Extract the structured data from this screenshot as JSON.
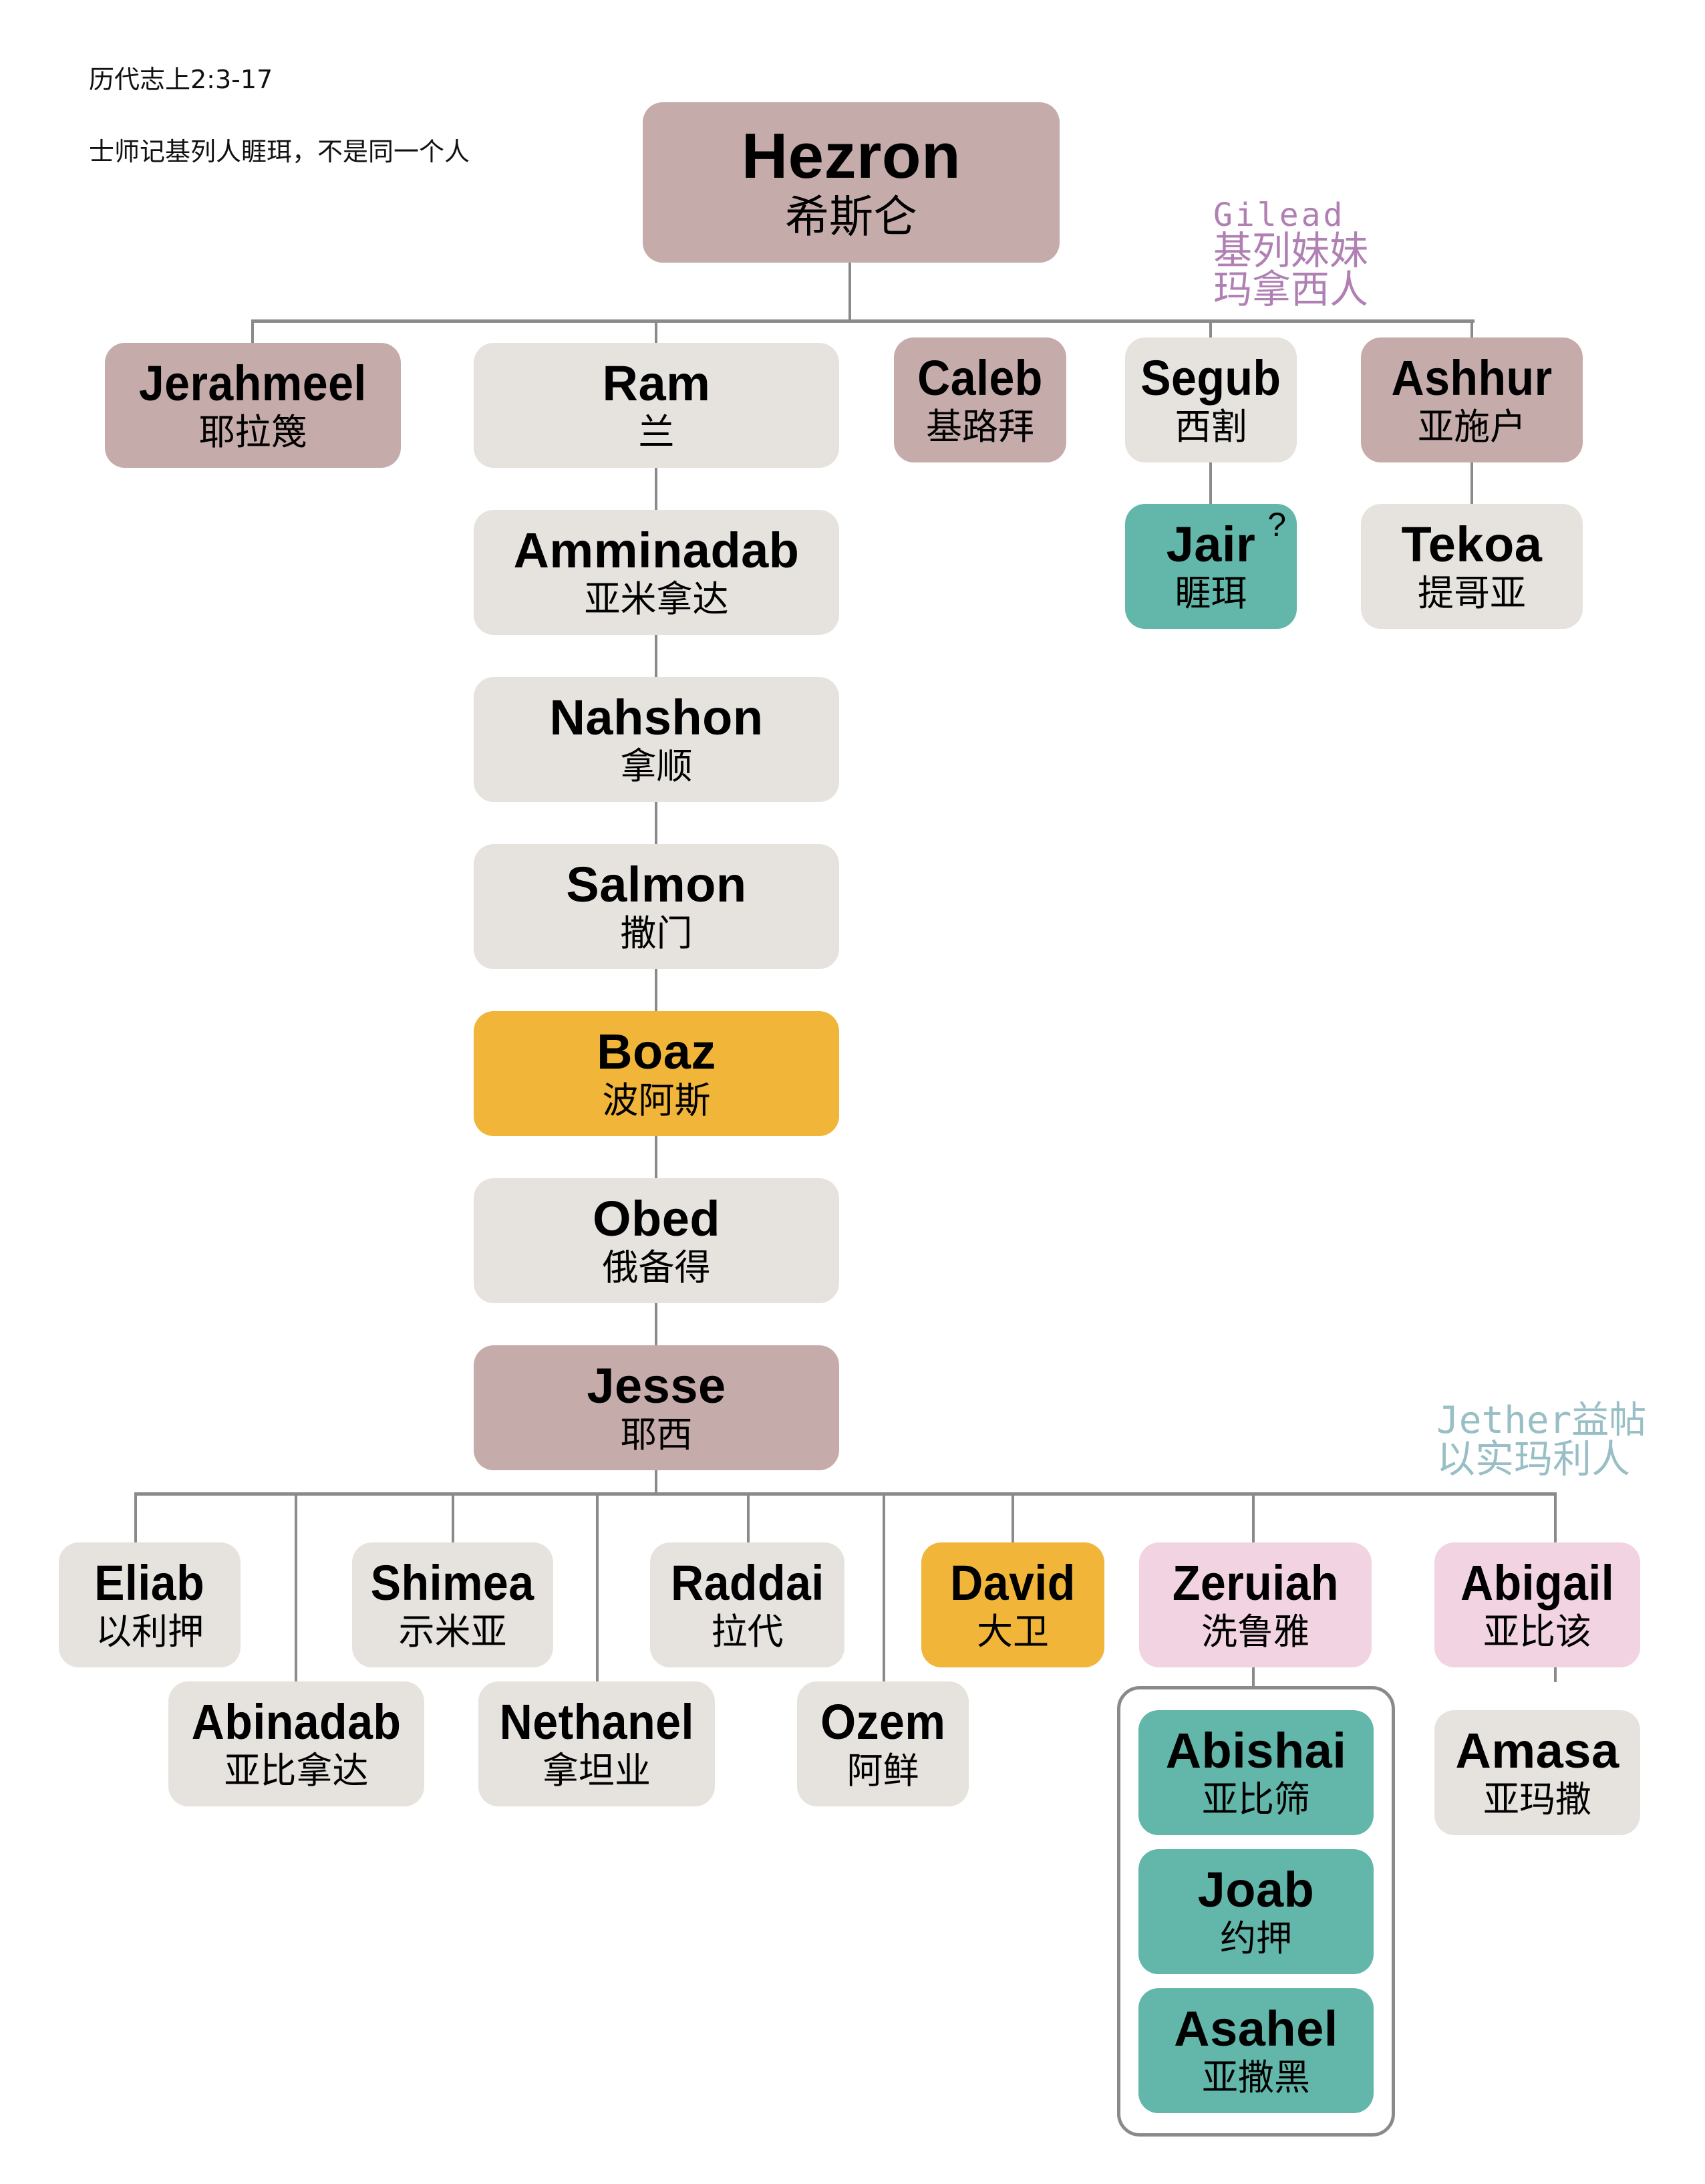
{
  "notes": {
    "reference": "历代志上2:3-17",
    "remark": "士师记基列人睚珥，不是同一个人"
  },
  "annotations": {
    "gilead": {
      "lines": [
        "Gilead",
        "基列妹妹",
        "玛拿西人"
      ],
      "color": "#b07fb3"
    },
    "jether": {
      "lines": [
        "Jether益帖",
        "以实玛利人"
      ],
      "color": "#99bfc6"
    }
  },
  "colors": {
    "mauve": "#c6abab",
    "gray": "#e6e3df",
    "gold": "#f1b639",
    "teal": "#62b7aa",
    "pink": "#f1d3e2",
    "connector": "#8a8a8a"
  },
  "nodes": {
    "hezron": {
      "en": "Hezron",
      "zh": "希斯仑"
    },
    "jerahmeel": {
      "en": "Jerahmeel",
      "zh": "耶拉篾"
    },
    "ram": {
      "en": "Ram",
      "zh": "兰"
    },
    "caleb": {
      "en": "Caleb",
      "zh": "基路拜"
    },
    "segub": {
      "en": "Segub",
      "zh": "西割"
    },
    "ashhur": {
      "en": "Ashhur",
      "zh": "亚施户"
    },
    "jair": {
      "en": "Jair",
      "zh": "睚珥",
      "mark": "?"
    },
    "tekoa": {
      "en": "Tekoa",
      "zh": "提哥亚"
    },
    "amminadab": {
      "en": "Amminadab",
      "zh": "亚米拿达"
    },
    "nahshon": {
      "en": "Nahshon",
      "zh": "拿顺"
    },
    "salmon": {
      "en": "Salmon",
      "zh": "撒门"
    },
    "boaz": {
      "en": "Boaz",
      "zh": "波阿斯"
    },
    "obed": {
      "en": "Obed",
      "zh": "俄备得"
    },
    "jesse": {
      "en": "Jesse",
      "zh": "耶西"
    },
    "eliab": {
      "en": "Eliab",
      "zh": "以利押"
    },
    "abinadab": {
      "en": "Abinadab",
      "zh": "亚比拿达"
    },
    "shimea": {
      "en": "Shimea",
      "zh": "示米亚"
    },
    "nethanel": {
      "en": "Nethanel",
      "zh": "拿坦业"
    },
    "raddai": {
      "en": "Raddai",
      "zh": "拉代"
    },
    "ozem": {
      "en": "Ozem",
      "zh": "阿鲜"
    },
    "david": {
      "en": "David",
      "zh": "大卫"
    },
    "zeruiah": {
      "en": "Zeruiah",
      "zh": "洗鲁雅"
    },
    "abigail": {
      "en": "Abigail",
      "zh": "亚比该"
    },
    "abishai": {
      "en": "Abishai",
      "zh": "亚比筛"
    },
    "joab": {
      "en": "Joab",
      "zh": "约押"
    },
    "asahel": {
      "en": "Asahel",
      "zh": "亚撒黑"
    },
    "amasa": {
      "en": "Amasa",
      "zh": "亚玛撒"
    }
  },
  "relationships": [
    {
      "parent": "Hezron",
      "children": [
        "Jerahmeel",
        "Ram",
        "Caleb",
        "Segub",
        "Ashhur"
      ]
    },
    {
      "parent": "Segub",
      "children": [
        "Jair"
      ]
    },
    {
      "parent": "Ashhur",
      "children": [
        "Tekoa"
      ]
    },
    {
      "parent": "Ram",
      "children": [
        "Amminadab"
      ]
    },
    {
      "parent": "Amminadab",
      "children": [
        "Nahshon"
      ]
    },
    {
      "parent": "Nahshon",
      "children": [
        "Salmon"
      ]
    },
    {
      "parent": "Salmon",
      "children": [
        "Boaz"
      ]
    },
    {
      "parent": "Boaz",
      "children": [
        "Obed"
      ]
    },
    {
      "parent": "Obed",
      "children": [
        "Jesse"
      ]
    },
    {
      "parent": "Jesse",
      "children": [
        "Eliab",
        "Abinadab",
        "Shimea",
        "Nethanel",
        "Raddai",
        "Ozem",
        "David",
        "Zeruiah",
        "Abigail"
      ]
    },
    {
      "parent": "Zeruiah",
      "children": [
        "Abishai",
        "Joab",
        "Asahel"
      ]
    },
    {
      "parent": "Abigail",
      "children": [
        "Amasa"
      ]
    }
  ]
}
